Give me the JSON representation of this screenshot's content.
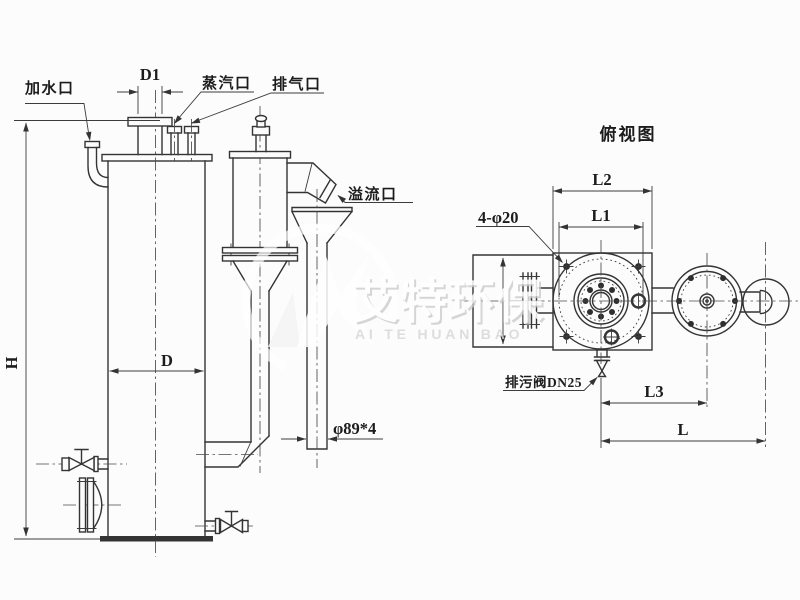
{
  "background": "#fcfcfc",
  "line_color": "#343434",
  "front_view": {
    "labels": {
      "water_inlet": "加水口",
      "dim_d1": "D1",
      "steam_port": "蒸汽口",
      "vent_port": "排气口",
      "overflow_port": "溢流口",
      "pipe_spec": "φ89*4",
      "dim_d": "D",
      "dim_h": "H"
    }
  },
  "top_view": {
    "title": "俯视图",
    "labels": {
      "corner_holes": "4-φ20",
      "dim_l2": "L2",
      "dim_l1": "L1",
      "dim_l3": "L3",
      "dim_l": "L",
      "drain_valve": "排污阀DN25"
    }
  },
  "watermark": {
    "brand_cn": "艾特环保",
    "brand_en": "AI TE HUAN BAO"
  }
}
